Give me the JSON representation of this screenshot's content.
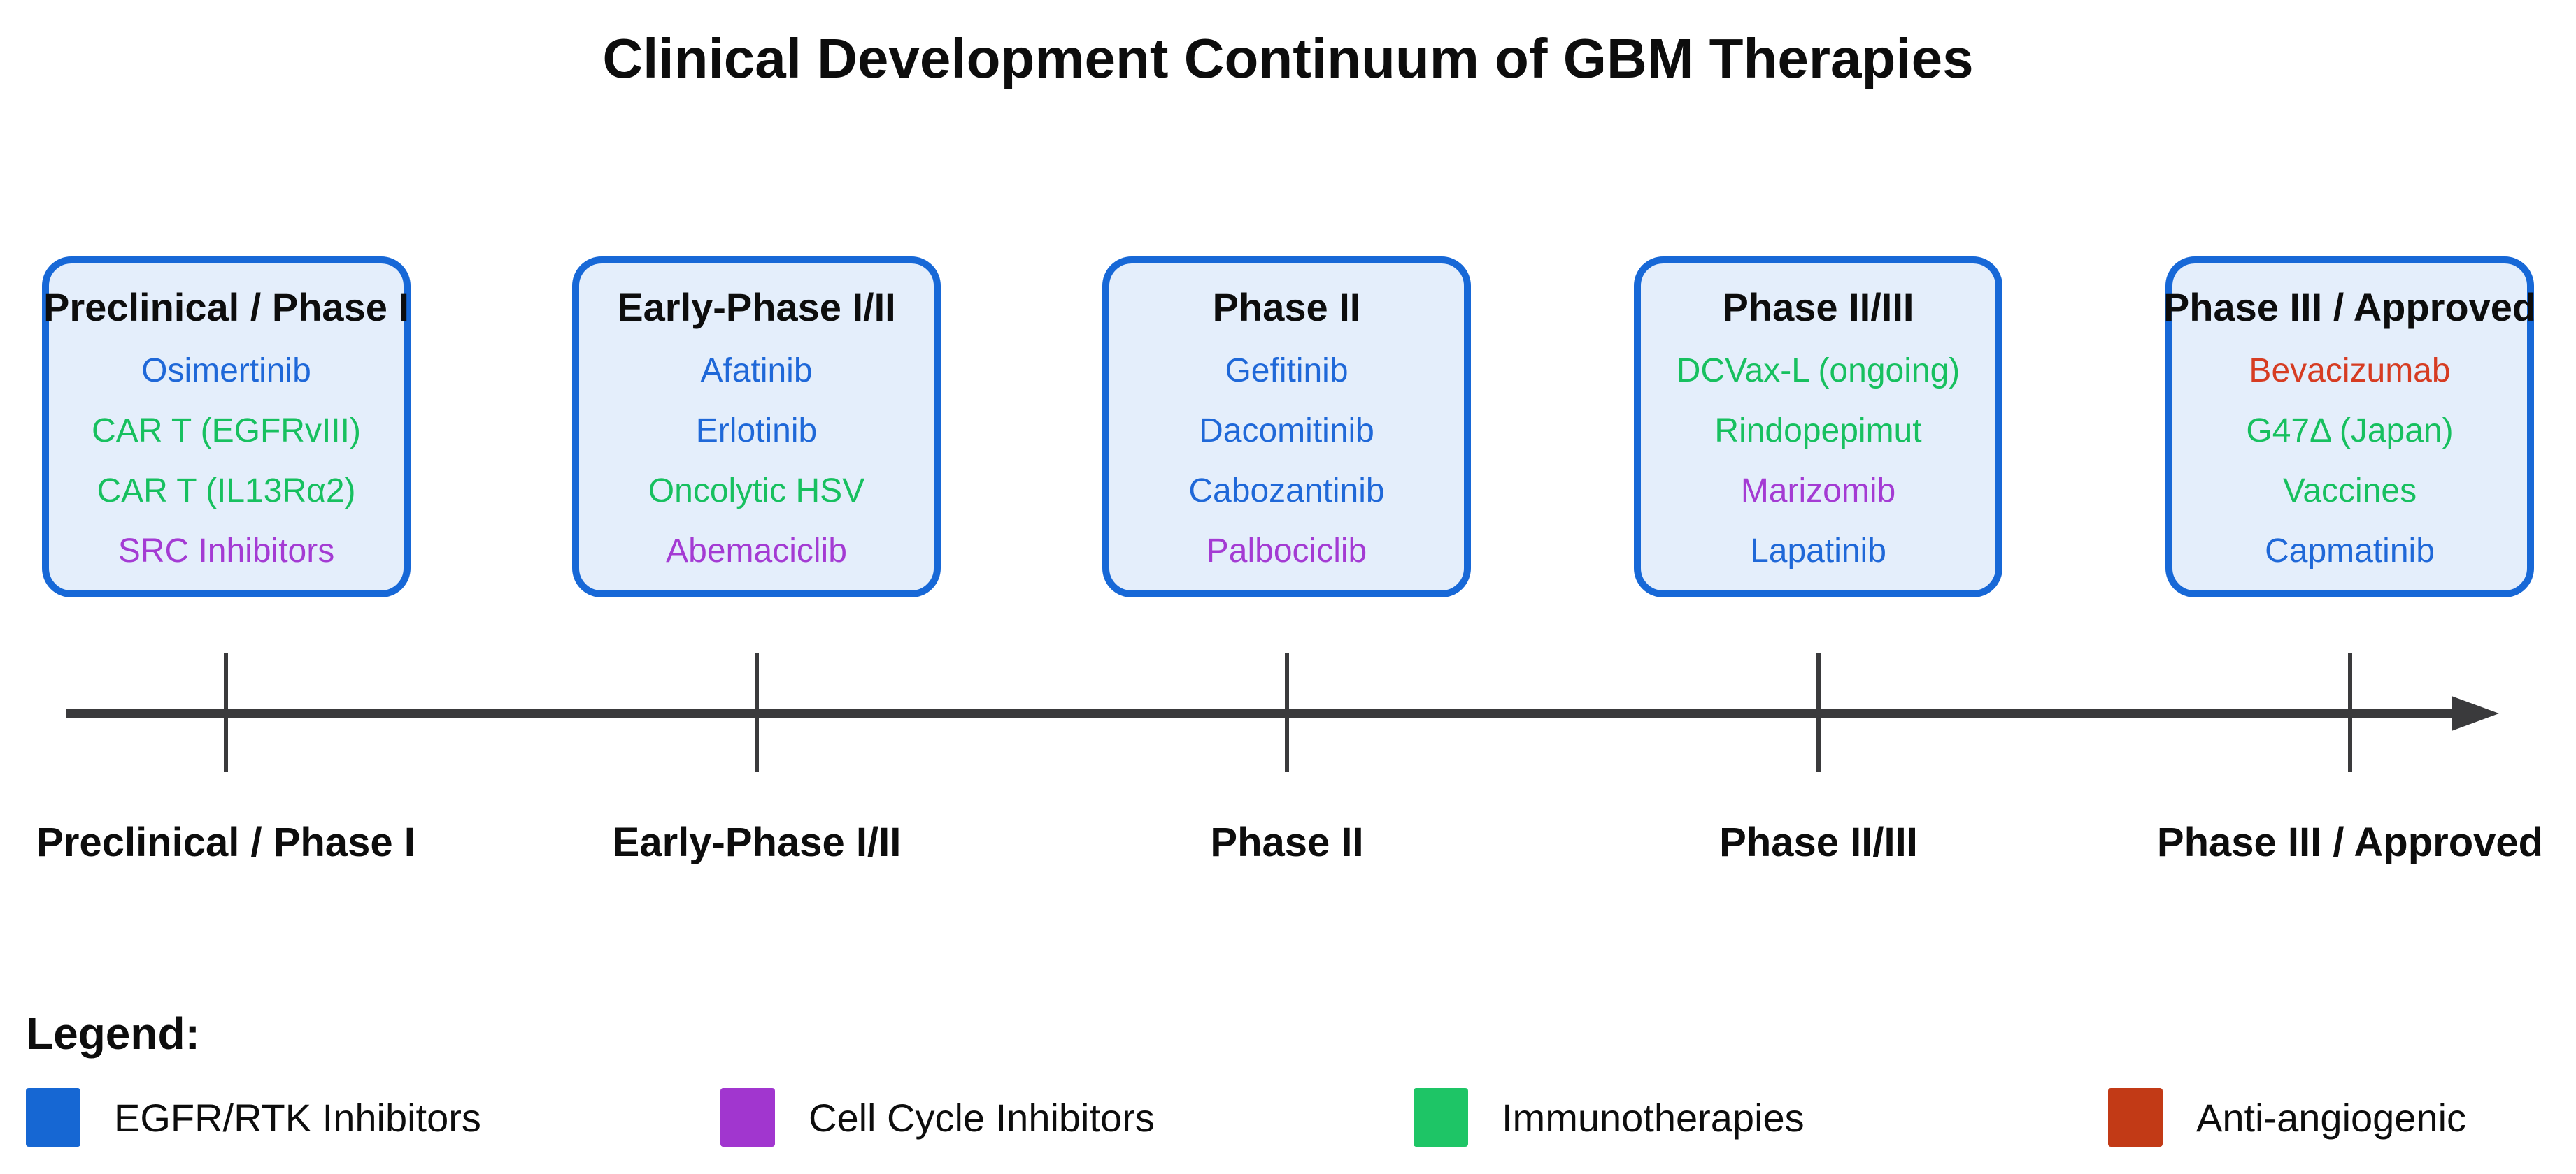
{
  "title": "Clinical Development Continuum of GBM Therapies",
  "colors": {
    "box_border": "#1768d7",
    "box_fill": "#e4eefb",
    "timeline": "#3a3a3c",
    "egfr_rtk_blue": "#1f68d8",
    "cell_cycle_purple": "#a43bd3",
    "immunotherapy_green": "#17c05f",
    "anti_angiogenic_red": "#d63c22",
    "legend_blue": "#1667d3",
    "legend_purple": "#a136cf",
    "legend_green": "#1ec566",
    "legend_red": "#c23a16"
  },
  "boxes": [
    {
      "title": "Preclinical / Phase I",
      "items": [
        {
          "label": "Osimertinib",
          "category": "EGFR/RTK Inhibitors",
          "color": "#1f68d8"
        },
        {
          "label": "CAR T (EGFRvIII)",
          "category": "Immunotherapies",
          "color": "#17c05f"
        },
        {
          "label": "CAR T (IL13Rα2)",
          "category": "Immunotherapies",
          "color": "#17c05f"
        },
        {
          "label": "SRC Inhibitors",
          "category": "Cell Cycle Inhibitors",
          "color": "#a43bd3"
        }
      ]
    },
    {
      "title": "Early-Phase I/II",
      "items": [
        {
          "label": "Afatinib",
          "category": "EGFR/RTK Inhibitors",
          "color": "#1f68d8"
        },
        {
          "label": "Erlotinib",
          "category": "EGFR/RTK Inhibitors",
          "color": "#1f68d8"
        },
        {
          "label": "Oncolytic HSV",
          "category": "Immunotherapies",
          "color": "#17c05f"
        },
        {
          "label": "Abemaciclib",
          "category": "Cell Cycle Inhibitors",
          "color": "#a43bd3"
        }
      ]
    },
    {
      "title": "Phase II",
      "items": [
        {
          "label": "Gefitinib",
          "category": "EGFR/RTK Inhibitors",
          "color": "#1f68d8"
        },
        {
          "label": "Dacomitinib",
          "category": "EGFR/RTK Inhibitors",
          "color": "#1f68d8"
        },
        {
          "label": "Cabozantinib",
          "category": "EGFR/RTK Inhibitors",
          "color": "#1f68d8"
        },
        {
          "label": "Palbociclib",
          "category": "Cell Cycle Inhibitors",
          "color": "#a43bd3"
        }
      ]
    },
    {
      "title": "Phase II/III",
      "items": [
        {
          "label": "DCVax-L (ongoing)",
          "category": "Immunotherapies",
          "color": "#17c05f"
        },
        {
          "label": "Rindopepimut",
          "category": "Immunotherapies",
          "color": "#17c05f"
        },
        {
          "label": "Marizomib",
          "category": "Cell Cycle Inhibitors",
          "color": "#a43bd3"
        },
        {
          "label": "Lapatinib",
          "category": "EGFR/RTK Inhibitors",
          "color": "#1f68d8"
        }
      ]
    },
    {
      "title": "Phase III / Approved",
      "items": [
        {
          "label": "Bevacizumab",
          "category": "Anti-angiogenic",
          "color": "#d63c22"
        },
        {
          "label": "G47Δ (Japan)",
          "category": "Immunotherapies",
          "color": "#17c05f"
        },
        {
          "label": "Vaccines",
          "category": "Immunotherapies",
          "color": "#17c05f"
        },
        {
          "label": "Capmatinib",
          "category": "EGFR/RTK Inhibitors",
          "color": "#1f68d8"
        }
      ]
    }
  ],
  "timeline": {
    "labels": [
      "Preclinical / Phase I",
      "Early-Phase I/II",
      "Phase II",
      "Phase II/III",
      "Phase III / Approved"
    ]
  },
  "legend": {
    "heading": "Legend:",
    "items": [
      {
        "label": "EGFR/RTK Inhibitors",
        "color": "#1667d3"
      },
      {
        "label": "Cell Cycle Inhibitors",
        "color": "#a136cf"
      },
      {
        "label": "Immunotherapies",
        "color": "#1ec566"
      },
      {
        "label": "Anti-angiogenic",
        "color": "#c23a16"
      }
    ]
  }
}
